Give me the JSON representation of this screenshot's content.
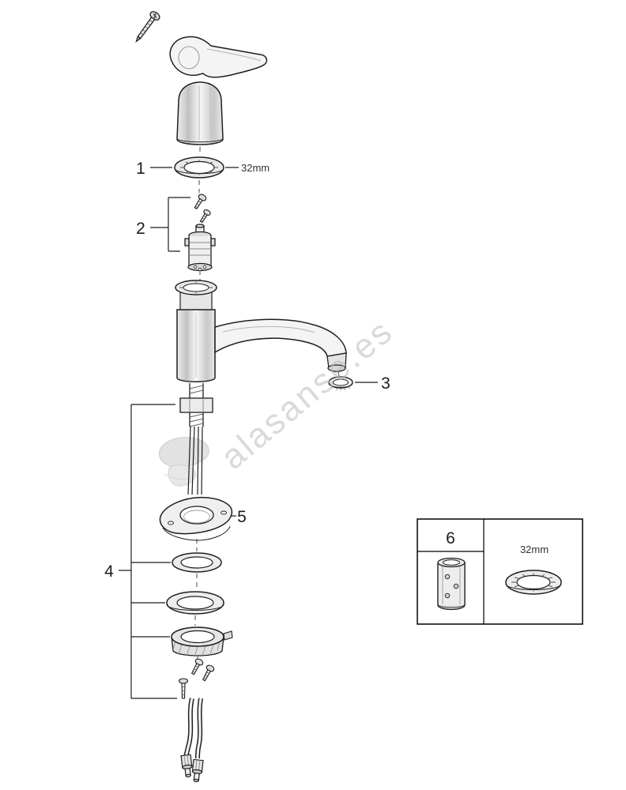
{
  "watermark_text": "alasanse.es",
  "callouts": {
    "part1": "1",
    "part2": "2",
    "part3": "3",
    "part4": "4",
    "part5": "5",
    "part6": "6"
  },
  "dimensions": {
    "mounting_ring": "32mm",
    "service_ring": "32mm"
  }
}
